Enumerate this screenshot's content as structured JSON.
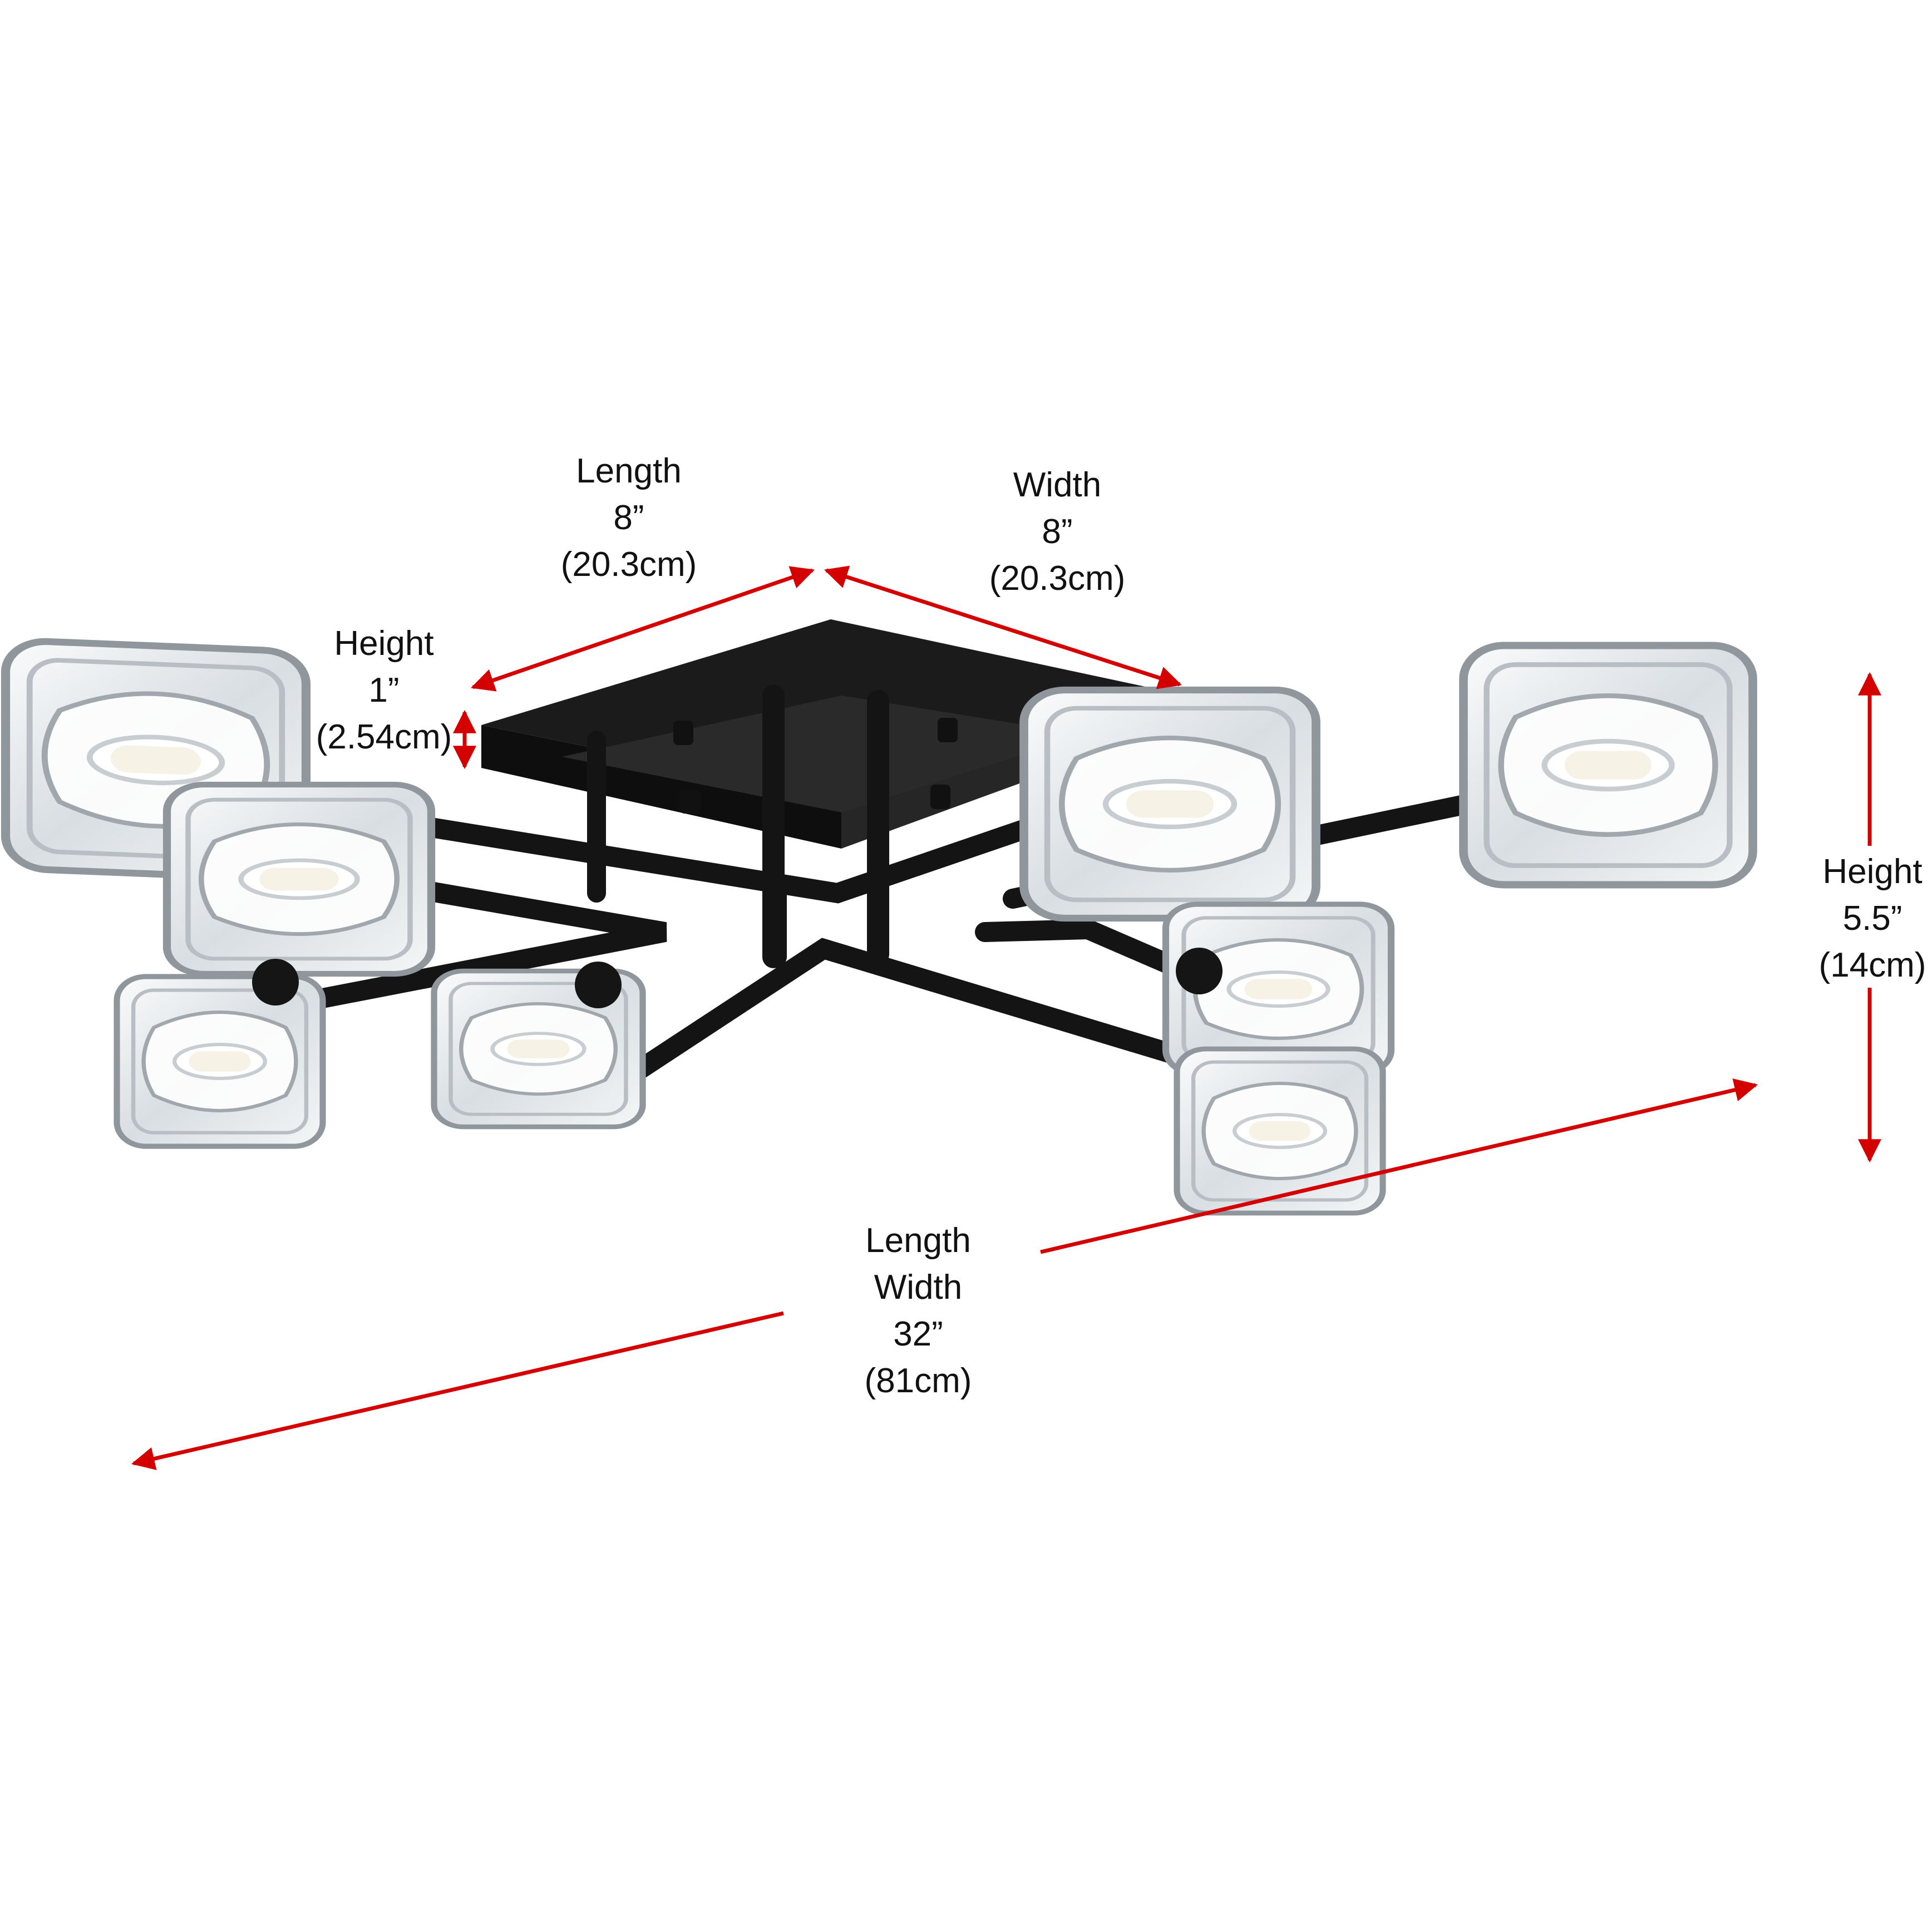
{
  "colors": {
    "dimension_line": "#d40000",
    "fixture_metal": "#141414",
    "glass": "#e8ecef",
    "glass_edge": "#8f969c",
    "text": "#111111"
  },
  "canopy_length": {
    "name": "Length",
    "inches": "8”",
    "cm": "(20.3cm)"
  },
  "canopy_width": {
    "name": "Width",
    "inches": "8”",
    "cm": "(20.3cm)"
  },
  "canopy_height": {
    "name": "Height",
    "inches": "1”",
    "cm": "(2.54cm)"
  },
  "overall_size": {
    "name_length": "Length",
    "name_width": "Width",
    "inches": "32”",
    "cm": "(81cm)"
  },
  "overall_height": {
    "name": "Height",
    "inches": "5.5”",
    "cm": "(14cm)"
  },
  "fixture": {
    "glass_shades": 8,
    "shade_icon": "glass-cube-icon"
  }
}
